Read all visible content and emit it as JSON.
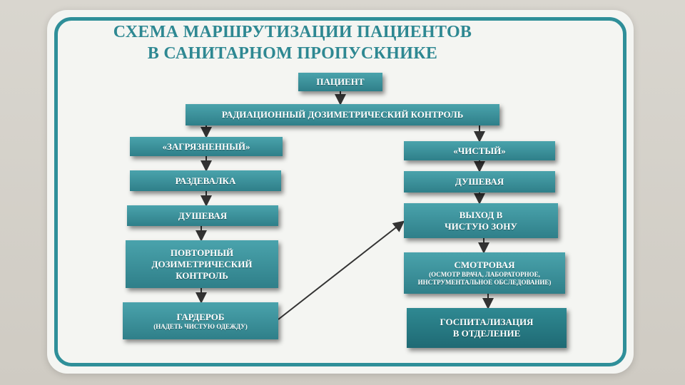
{
  "title": {
    "line1": "СХЕМА МАРШРУТИЗАЦИИ ПАЦИЕНТОВ",
    "line2": "В САНИТАРНОМ ПРОПУСКНИКЕ"
  },
  "nodes": {
    "patient": {
      "label": "ПАЦИЕНТ"
    },
    "radiation_control": {
      "label": "РАДИАЦИОННЫЙ ДОЗИМЕТРИЧЕСКИЙ КОНТРОЛЬ"
    },
    "contaminated": {
      "label": "«ЗАГРЯЗНЕННЫЙ»"
    },
    "undressing": {
      "label": "РАЗДЕВАЛКА"
    },
    "shower_left": {
      "label": "ДУШЕВАЯ"
    },
    "repeat_control": {
      "line1": "ПОВТОРНЫЙ",
      "line2": "ДОЗИМЕТРИЧЕСКИЙ",
      "line3": "КОНТРОЛЬ"
    },
    "wardrobe": {
      "label": "ГАРДЕРОБ",
      "sub": "(НАДЕТЬ ЧИСТУЮ ОДЕЖДУ)"
    },
    "clean": {
      "label": "«ЧИСТЫЙ»"
    },
    "shower_right": {
      "label": "ДУШЕВАЯ"
    },
    "exit_clean": {
      "line1": "ВЫХОД В",
      "line2": "ЧИСТУЮ ЗОНУ"
    },
    "examination": {
      "label": "СМОТРОВАЯ",
      "sub1": "(ОСМОТР ВРАЧА, ЛАБОРАТОРНОЕ,",
      "sub2": "ИНСТРУМЕНТАЛЬНОЕ ОБСЛЕДОВАНИЕ)"
    },
    "hospitalization": {
      "line1": "ГОСПИТАЛИЗАЦИЯ",
      "line2": "В ОТДЕЛЕНИЕ"
    }
  },
  "colors": {
    "accent": "#2f8f99",
    "box": "#3a929b",
    "arrow": "#333333"
  }
}
